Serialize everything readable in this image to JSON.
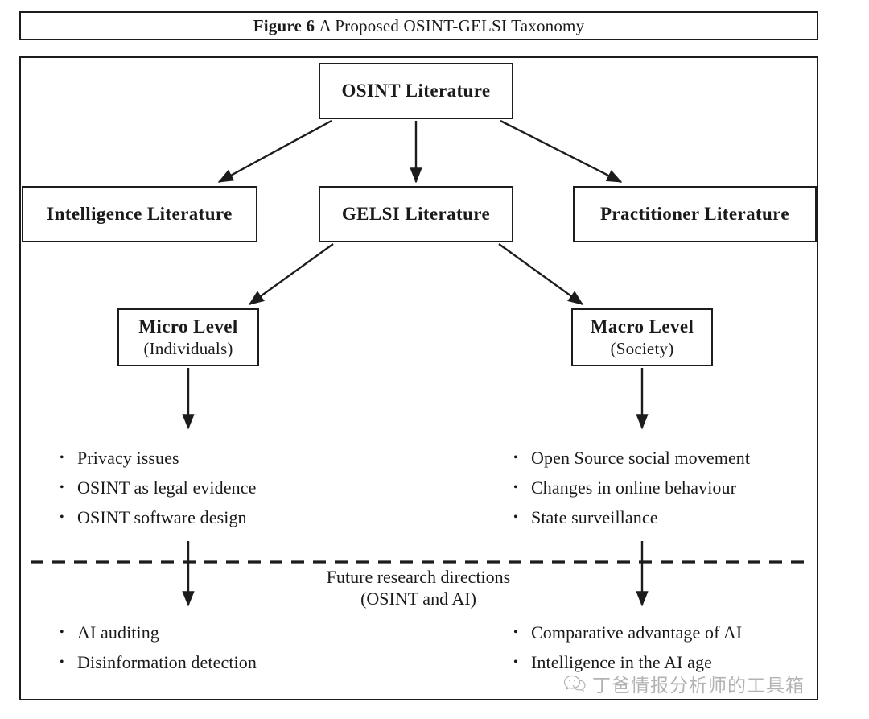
{
  "figure": {
    "label": "Figure 6",
    "caption": "A Proposed OSINT-GELSI Taxonomy"
  },
  "nodes": {
    "root": {
      "title": "OSINT Literature"
    },
    "intelligence": {
      "title": "Intelligence Literature"
    },
    "gelsi": {
      "title": "GELSI Literature"
    },
    "practitioner": {
      "title": "Practitioner Literature"
    },
    "micro": {
      "title": "Micro Level",
      "subtitle": "(Individuals)"
    },
    "macro": {
      "title": "Macro Level",
      "subtitle": "(Society)"
    }
  },
  "lists": {
    "micro_current": [
      {
        "bullet": "•",
        "text": "Privacy issues"
      },
      {
        "bullet": "•",
        "text": "OSINT as legal evidence"
      },
      {
        "bullet": "•",
        "text": "OSINT software design"
      }
    ],
    "macro_current": [
      {
        "bullet": "•",
        "text": "Open Source social movement"
      },
      {
        "bullet": "•",
        "text": "Changes in online behaviour"
      },
      {
        "bullet": "•",
        "text": "State surveillance"
      }
    ],
    "micro_future": [
      {
        "bullet": "•",
        "text": "AI auditing"
      },
      {
        "bullet": "•",
        "text": "Disinformation detection"
      }
    ],
    "macro_future": [
      {
        "bullet": "•",
        "text": "Comparative advantage of AI"
      },
      {
        "bullet": "•",
        "text": "Intelligence in the AI age"
      }
    ]
  },
  "divider": {
    "caption_line1": "Future research directions",
    "caption_line2": "(OSINT and AI)"
  },
  "watermark": {
    "text": "丁爸情报分析师的工具箱",
    "icon": "wechat-bubble-icon"
  },
  "colors": {
    "stroke": "#1c1c1c",
    "background": "#ffffff",
    "text": "#1a1a1a",
    "watermark": "#4a4a4a"
  }
}
